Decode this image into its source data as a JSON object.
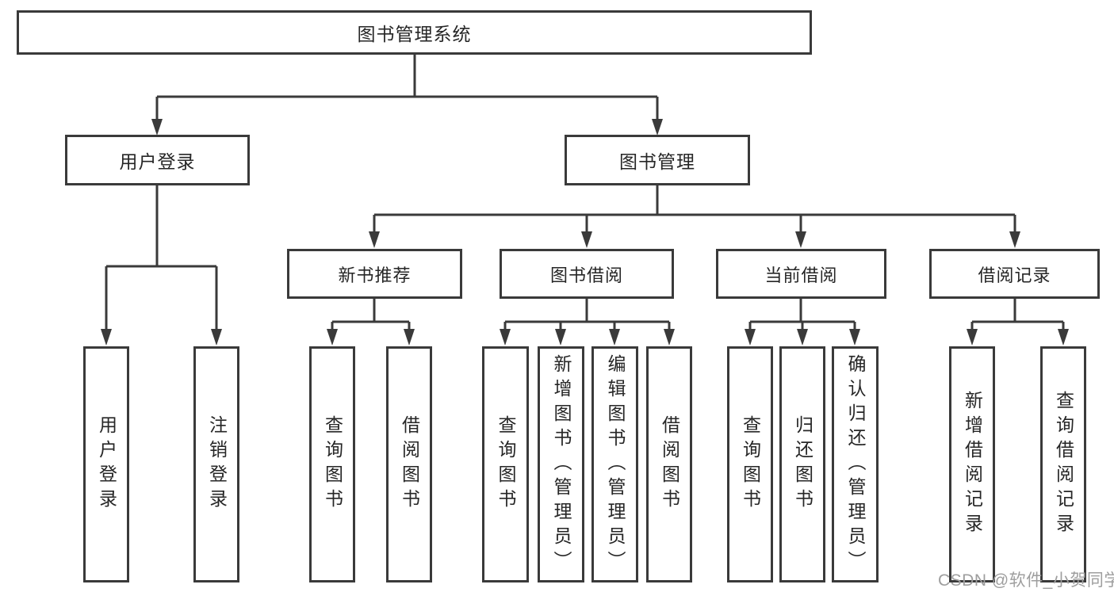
{
  "diagram": {
    "title": "图书管理系统",
    "level2": [
      {
        "label": "用户登录"
      },
      {
        "label": "图书管理"
      }
    ],
    "level3": [
      {
        "label": "新书推荐"
      },
      {
        "label": "图书借阅"
      },
      {
        "label": "当前借阅"
      },
      {
        "label": "借阅记录"
      }
    ],
    "leaves": {
      "user_login": [
        {
          "label": "用户登录"
        },
        {
          "label": "注销登录"
        }
      ],
      "new_book_recommend": [
        {
          "label": "查询图书"
        },
        {
          "label": "借阅图书"
        }
      ],
      "book_borrow": [
        {
          "label": "查询图书"
        },
        {
          "label": "新增图书（管理员）"
        },
        {
          "label": "编辑图书（管理员）"
        },
        {
          "label": "借阅图书"
        }
      ],
      "current_borrow": [
        {
          "label": "查询图书"
        },
        {
          "label": "归还图书"
        },
        {
          "label": "确认归还（管理员）"
        }
      ],
      "borrow_record": [
        {
          "label": "新增借阅记录"
        },
        {
          "label": "查询借阅记录"
        }
      ]
    },
    "watermark": "CSDN @软件_小贺同学",
    "colors": {
      "line": "#3a3a3a",
      "text": "#262626",
      "watermark": "#9e9e9e",
      "background": "#ffffff"
    }
  }
}
